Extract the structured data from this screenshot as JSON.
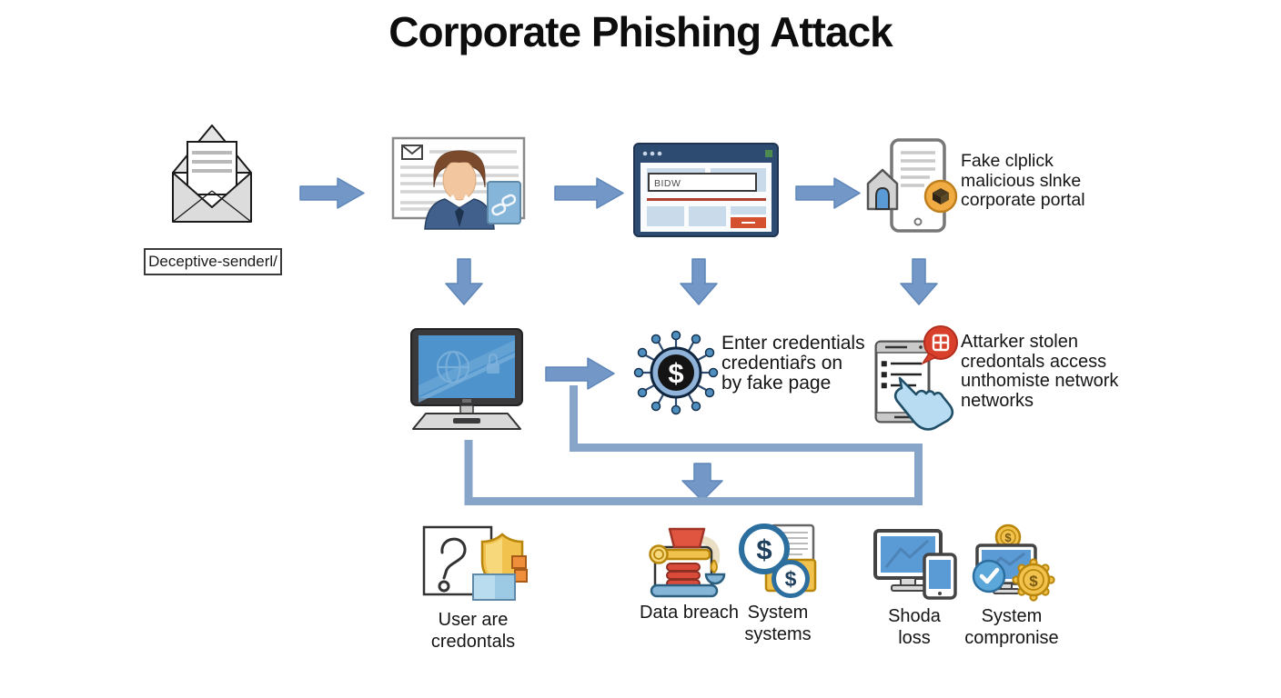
{
  "title": "Corporate Phishing Attack",
  "glyphs": {
    "dollar": "$"
  },
  "stage_email": {
    "caption": "Deceptive-senderl/"
  },
  "stage_browser": {
    "url_text": "BIDW"
  },
  "stage_portal": {
    "line1": "Fake clplick",
    "line2": "malicious slnke",
    "line3": "corporate portal"
  },
  "stage_credentials": {
    "line1": "Enter credentials",
    "line2": "credentiaȓs on",
    "line3": "by fake page"
  },
  "stage_attacker": {
    "line1": "Attarker stolen",
    "line2": "credontals access",
    "line3": "unthomiste network",
    "line4": "networks"
  },
  "outcomes": {
    "credentials": {
      "line1": "User are",
      "line2": "credontals"
    },
    "breach": {
      "label": "Data breach"
    },
    "systems": {
      "line1": "System",
      "line2": "systems"
    },
    "loss": {
      "line1": "Shoda",
      "line2": "loss"
    },
    "compromise": {
      "line1": "System",
      "line2": "compronise"
    }
  },
  "colors": {
    "arrow": "#7398C7",
    "connector": "#87A5C9",
    "navy_frame": "#2D4B70",
    "alert_red": "#D9402C",
    "gold": "#F2C24E",
    "screen_blue": "#4E93CB",
    "hand_blue": "#B8DCF2"
  }
}
